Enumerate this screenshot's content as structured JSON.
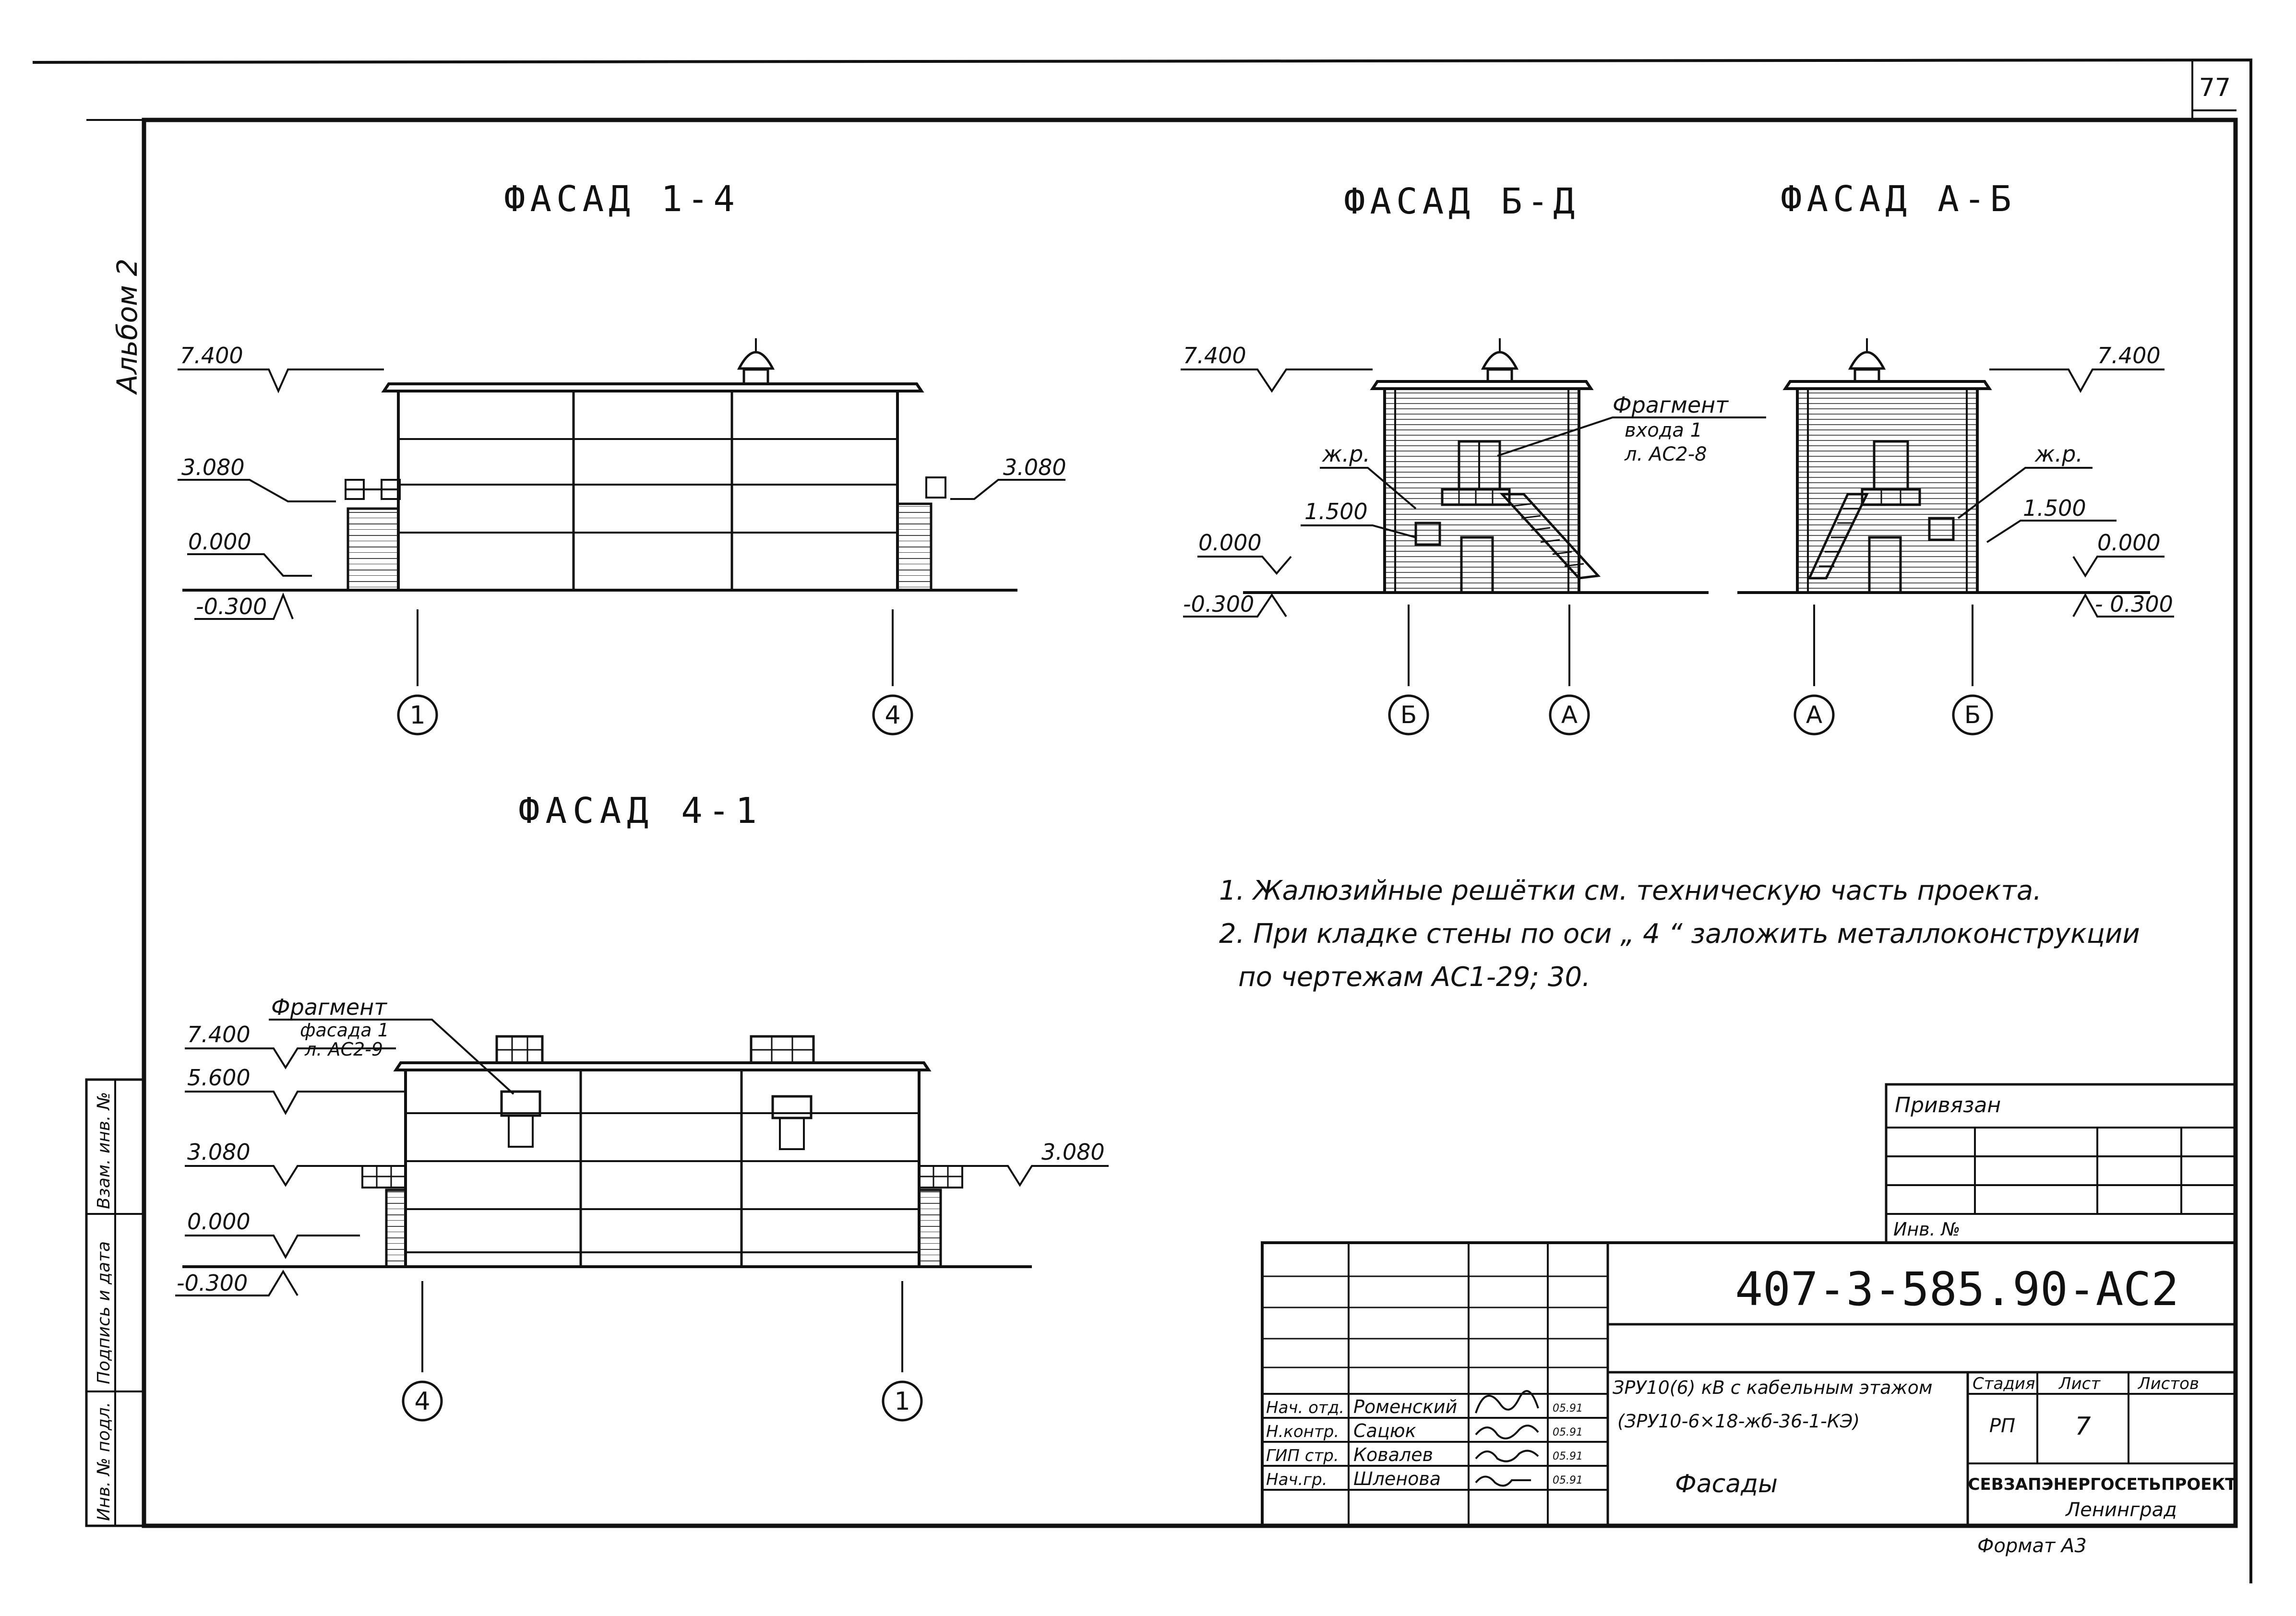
{
  "sheet": {
    "number": "77",
    "album": "Альбом 2"
  },
  "facades": {
    "f14": {
      "title": "ФАСАД 1-4",
      "levels": [
        "7.400",
        "3.080",
        "3.080",
        "0.000",
        "-0.300"
      ],
      "axes": [
        "1",
        "4"
      ]
    },
    "fbd": {
      "title": "ФАСАД Б-Д",
      "levels": [
        "7.400",
        "0.000",
        "-0.300",
        "1.500"
      ],
      "labels": [
        "ж.р.",
        "Фрагмент",
        "входа 1",
        "л. АС2-8"
      ],
      "axes": [
        "Б",
        "А"
      ]
    },
    "fab": {
      "title": "ФАСАД А-Б",
      "levels": [
        "7.400",
        "1.500",
        "0.000",
        "- 0.300"
      ],
      "labels": [
        "ж.р."
      ],
      "axes": [
        "А",
        "Б"
      ]
    },
    "f41": {
      "title": "ФАСАД 4-1",
      "levels": [
        "7.400",
        "5.600",
        "3.080",
        "3.080",
        "0.000",
        "-0.300"
      ],
      "labels": [
        "Фрагмент",
        "фасада 1",
        "л. АС2-9"
      ],
      "axes": [
        "4",
        "1"
      ]
    }
  },
  "notes": [
    "1. Жалюзийные решётки см. техническую часть проекта.",
    "2. При кладке   стены  по оси „ 4 “ заложить металлоконструкции",
    "по чертежам   АС1-29; 30."
  ],
  "side_stamp": [
    "Инв. № подл.",
    "Подпись и дата",
    "Взам. инв. №"
  ],
  "stamp": {
    "privyazan": "Привязан",
    "inv": "Инв. №",
    "code": "407-3-585.90-АС2",
    "project_line1": "ЗРУ10(6) кВ с кабельным этажом",
    "project_line2": "(ЗРУ10-6×18-жб-36-1-КЭ)",
    "drawing_name": "Фасады",
    "roles": [
      "Нач. отд.",
      "Н.контр.",
      "ГИП стр.",
      "Нач.гр."
    ],
    "names": [
      "Роменский",
      "Сацюк",
      "Ковалев",
      "Шленова"
    ],
    "dates": [
      "05.91",
      "05.91",
      "05.91",
      "05.91"
    ],
    "stage_label": "Стадия",
    "sheet_label": "Лист",
    "sheets_label": "Листов",
    "stage": "РП",
    "sheet_no": "7",
    "org": "СЕВЗАПЭНЕРГОСЕТЬПРОЕКТ",
    "city": "Ленинград",
    "format": "Формат А3"
  }
}
